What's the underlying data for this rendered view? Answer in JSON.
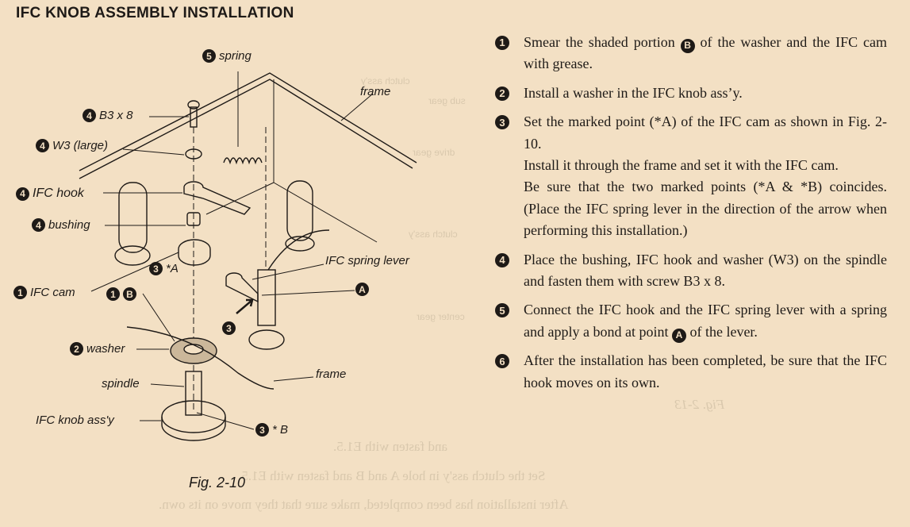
{
  "title": "IFC KNOB ASSEMBLY INSTALLATION",
  "figure": {
    "caption": "Fig. 2-10",
    "labels": [
      {
        "num": "5",
        "text": "spring"
      },
      {
        "num": "",
        "text": "frame"
      },
      {
        "num": "4",
        "text": "B3 x 8"
      },
      {
        "num": "4",
        "text": "W3 (large)"
      },
      {
        "num": "4",
        "text": "IFC hook"
      },
      {
        "num": "4",
        "text": "bushing"
      },
      {
        "num": "3",
        "text": "*A"
      },
      {
        "num": "",
        "text": "IFC spring lever"
      },
      {
        "num": "1",
        "text": "IFC cam"
      },
      {
        "num": "1",
        "text": "B"
      },
      {
        "num": "",
        "text": "A"
      },
      {
        "num": "3",
        "text": ""
      },
      {
        "num": "2",
        "text": "washer"
      },
      {
        "num": "",
        "text": "frame"
      },
      {
        "num": "",
        "text": "spindle"
      },
      {
        "num": "",
        "text": "IFC knob ass'y"
      },
      {
        "num": "3",
        "text": "* B"
      }
    ]
  },
  "steps": [
    {
      "num": "1",
      "pre": "Smear the shaded portion ",
      "mark": "B",
      "post": " of the washer and the IFC cam with grease."
    },
    {
      "num": "2",
      "pre": "Install a washer in the IFC knob ass’y."
    },
    {
      "num": "3",
      "pre": "Set the marked point (*A) of the IFC cam as shown in Fig. 2-10.",
      "p2": "Install it through the frame and set it with the IFC cam.",
      "p3": "Be sure that the two marked points (*A & *B) coincides. (Place the IFC spring lever in the direction of the arrow when performing this installation.)"
    },
    {
      "num": "4",
      "pre": "Place the bushing, IFC hook and washer (W3) on the spindle and fasten them with screw B3 x 8."
    },
    {
      "num": "5",
      "pre": "Connect the IFC hook and the IFC spring lever with a spring and apply a bond at point ",
      "mark": "A",
      "post": " of the lever."
    },
    {
      "num": "6",
      "pre": "After the installation has been completed, be sure that the IFC hook moves on its own."
    }
  ],
  "bleed_through": {
    "labels": [
      "clutch ass'y",
      "sub gear",
      "drive gear",
      "clutch ass'y",
      "center gear",
      "Fig. 2-13"
    ],
    "lines": [
      "and fasten with E1.5.",
      "Set the clutch ass'y in hole A and B and fasten with E1.5.",
      "After installation has been completed, make sure that they move on its own."
    ]
  }
}
